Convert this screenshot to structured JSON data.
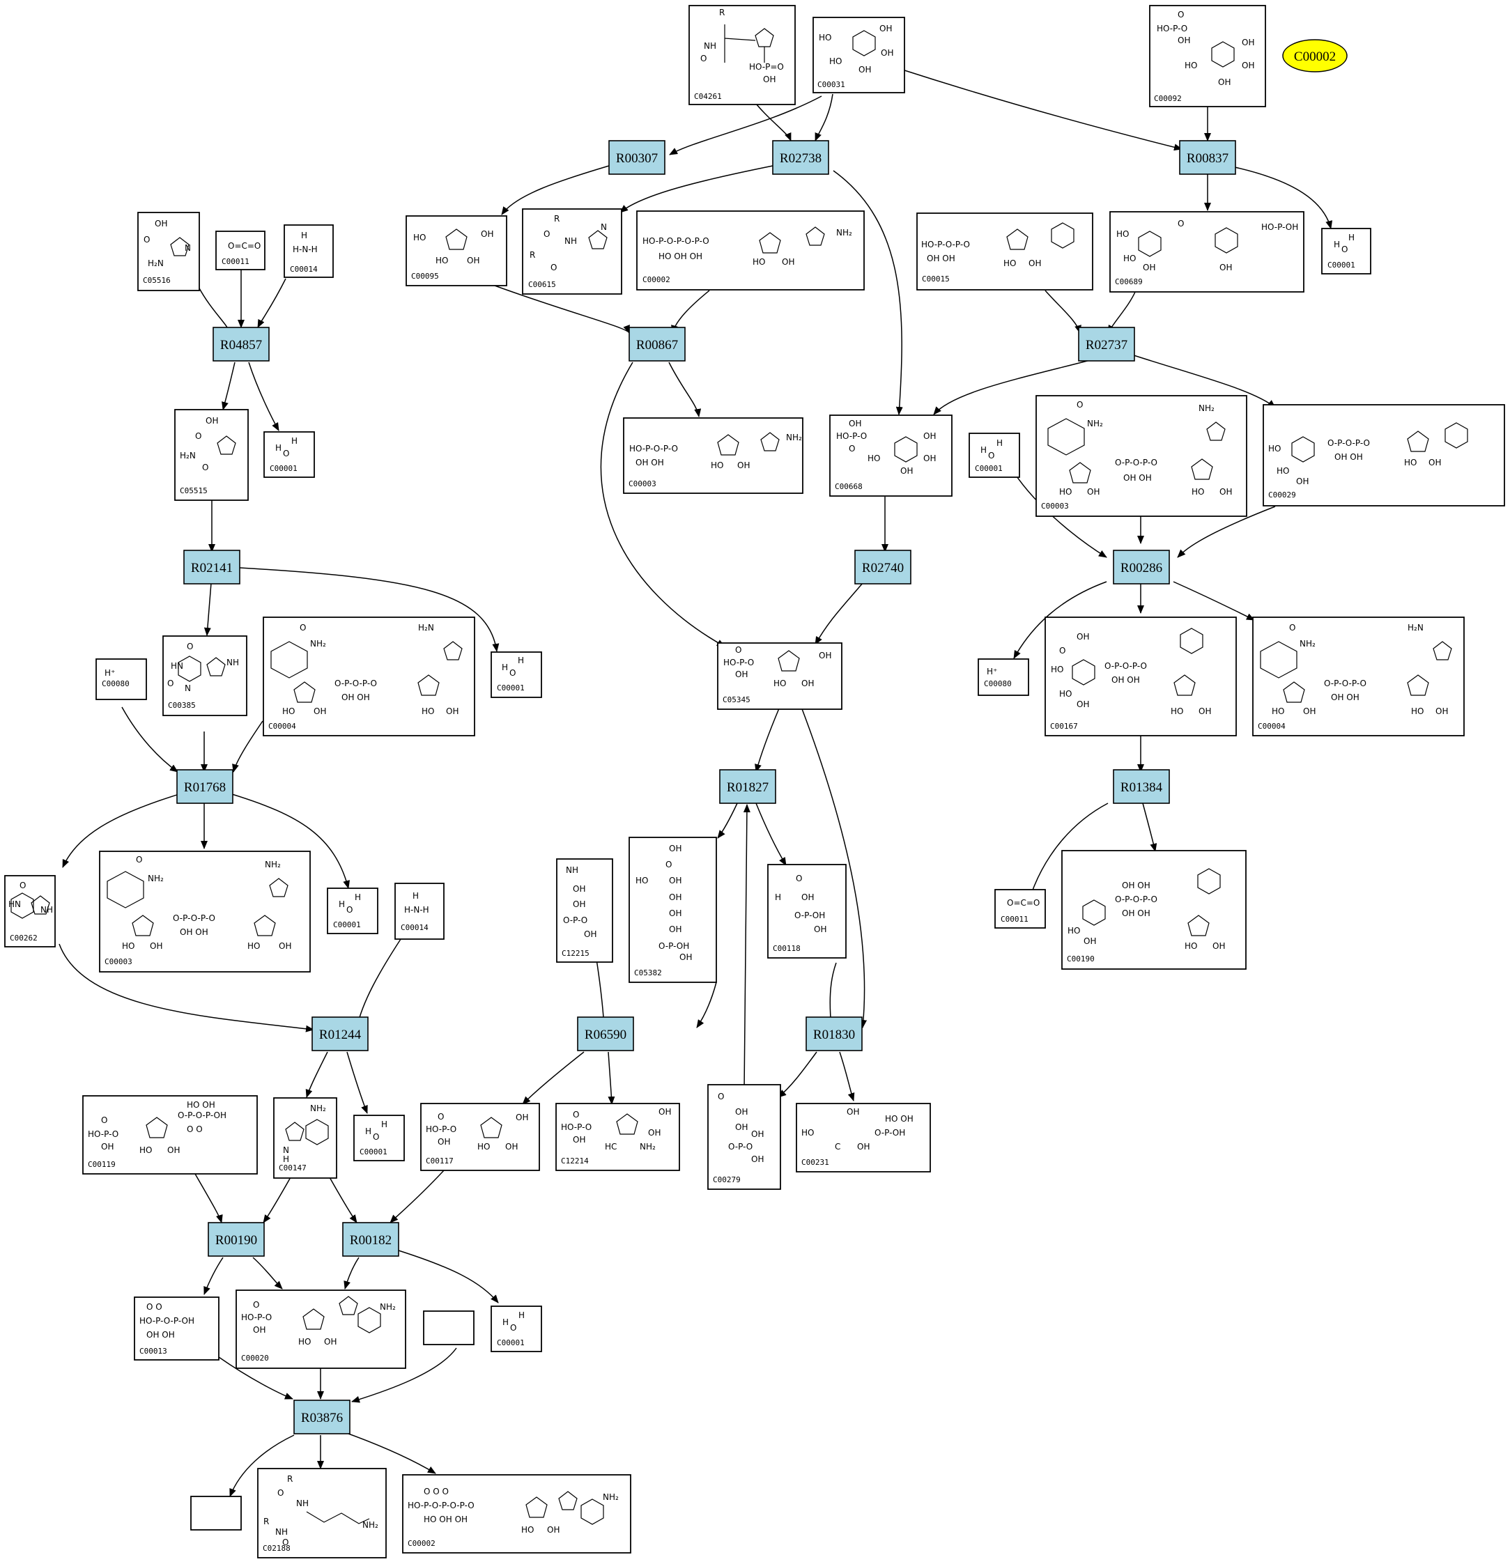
{
  "highlight": {
    "label": "C00002",
    "color": "#ffff00"
  },
  "colors": {
    "reaction_fill": "#a9d7e5",
    "line": "#000000",
    "background": "#ffffff"
  },
  "reactions": {
    "R00307": "R00307",
    "R02738": "R02738",
    "R00837": "R00837",
    "R04857": "R04857",
    "R00867": "R00867",
    "R02737": "R02737",
    "R02141": "R02141",
    "R02740": "R02740",
    "R00286": "R00286",
    "R01768": "R01768",
    "R01827": "R01827",
    "R01384": "R01384",
    "R01244": "R01244",
    "R06590": "R06590",
    "R01830": "R01830",
    "R00190": "R00190",
    "R00182": "R00182",
    "R03876": "R03876"
  },
  "compounds": {
    "C04261": "C04261",
    "C00031": "C00031",
    "C00092": "C00092",
    "C05516": "C05516",
    "C00011_a": "C00011",
    "C00014_a": "C00014",
    "C00095": "C00095",
    "C00615": "C00615",
    "C00002_a": "C00002",
    "C00015": "C00015",
    "C00689": "C00689",
    "C00001_a": "C00001",
    "C05515": "C05515",
    "C00001_b": "C00001",
    "C00003_a": "C00003",
    "C00668": "C00668",
    "C00001_c": "C00001",
    "C00003_b": "C00003",
    "C00029": "C00029",
    "C00080_a": "C00080",
    "C00385": "C00385",
    "C00004_a": "C00004",
    "C00001_d": "C00001",
    "C05345": "C05345",
    "C00080_b": "C00080",
    "C00167": "C00167",
    "C00004_b": "C00004",
    "C00262": "C00262",
    "C00003_c": "C00003",
    "C00001_e": "C00001",
    "C00014_b": "C00014",
    "C12215": "C12215",
    "C05382": "C05382",
    "C00118": "C00118",
    "C00011_b": "C00011",
    "C00190": "C00190",
    "C00119": "C00119",
    "C00147": "C00147",
    "C00001_f": "C00001",
    "C00117": "C00117",
    "C12214": "C12214",
    "C00279": "C00279",
    "C00231": "C00231",
    "C00013": "C00013",
    "C00020": "C00020",
    "C00001_g": "C00001",
    "C02188": "C02188",
    "C00002_b": "C00002"
  }
}
